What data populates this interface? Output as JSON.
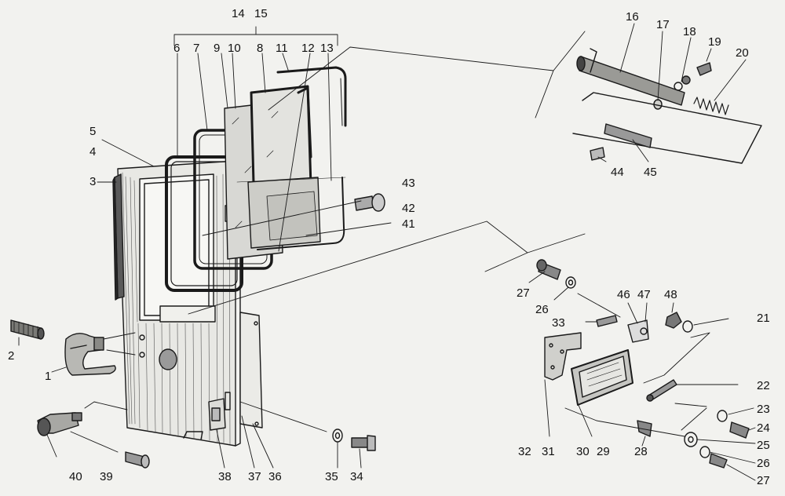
{
  "callouts": {
    "n1": "1",
    "n2": "2",
    "n3": "3",
    "n4": "4",
    "n5": "5",
    "n6": "6",
    "n7": "7",
    "n8": "8",
    "n9": "9",
    "n10": "10",
    "n11": "11",
    "n12": "12",
    "n13": "13",
    "n14": "14",
    "n15": "15",
    "n16": "16",
    "n17": "17",
    "n18": "18",
    "n19": "19",
    "n20": "20",
    "n21": "21",
    "n22": "22",
    "n23": "23",
    "n24": "24",
    "n25": "25",
    "n26": "26",
    "n27": "27",
    "n28": "28",
    "n29": "29",
    "n30": "30",
    "n31": "31",
    "n32": "32",
    "n33": "33",
    "n34": "34",
    "n35": "35",
    "n36": "36",
    "n37": "37",
    "n38": "38",
    "n39": "39",
    "n40": "40",
    "n41": "41",
    "n42": "42",
    "n43": "43",
    "n44": "44",
    "n45": "45",
    "n46": "46",
    "n47": "47",
    "n48": "48"
  },
  "colors": {
    "background": "#f2f2ef",
    "ink": "#1a1a1a",
    "glass": "#cfcfcf"
  }
}
